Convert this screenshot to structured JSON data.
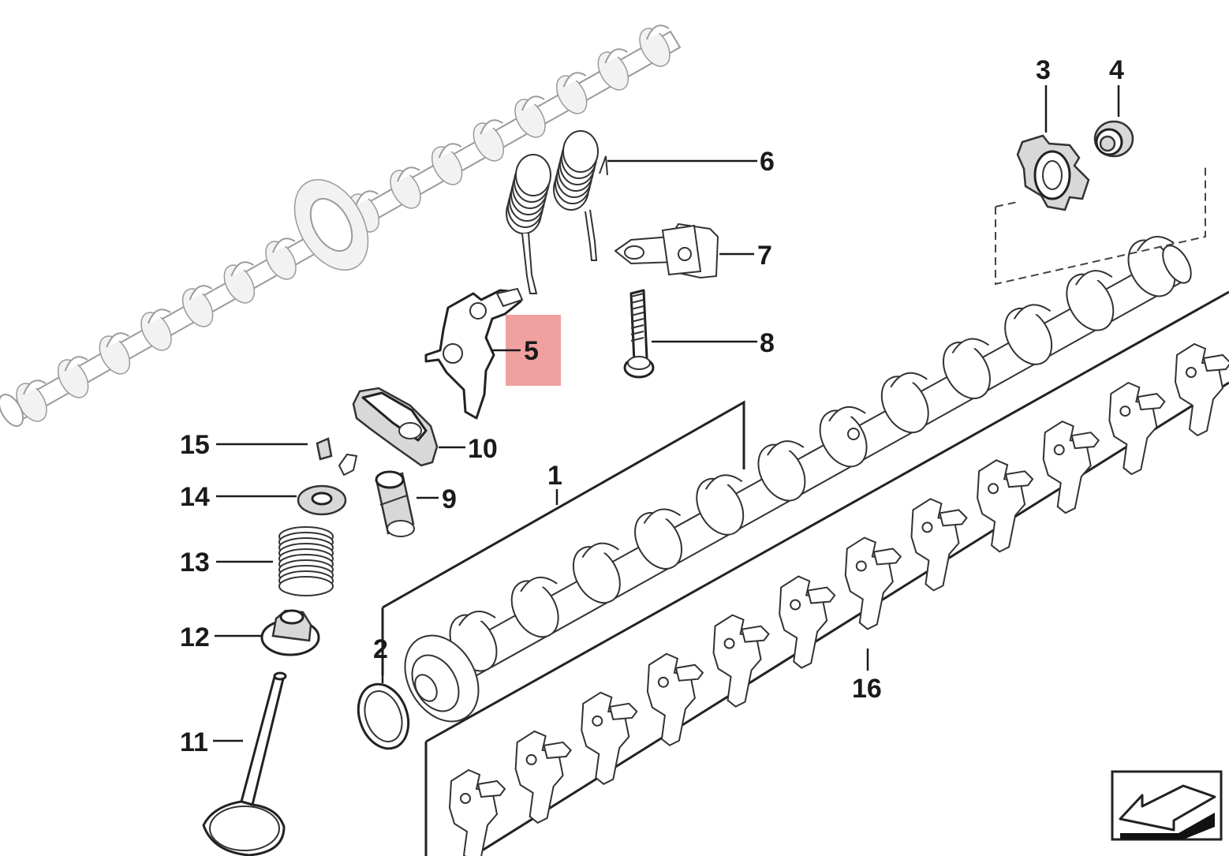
{
  "diagram": {
    "callouts": [
      {
        "id": "c1",
        "label": "1"
      },
      {
        "id": "c2",
        "label": "2"
      },
      {
        "id": "c3",
        "label": "3"
      },
      {
        "id": "c4",
        "label": "4"
      },
      {
        "id": "c5",
        "label": "5",
        "highlighted": true,
        "highlight_color": "#ee8f8f"
      },
      {
        "id": "c6",
        "label": "6"
      },
      {
        "id": "c7",
        "label": "7"
      },
      {
        "id": "c8",
        "label": "8"
      },
      {
        "id": "c9",
        "label": "9"
      },
      {
        "id": "c10",
        "label": "10"
      },
      {
        "id": "c11",
        "label": "11"
      },
      {
        "id": "c12",
        "label": "12"
      },
      {
        "id": "c13",
        "label": "13"
      },
      {
        "id": "c14",
        "label": "14"
      },
      {
        "id": "c15",
        "label": "15"
      },
      {
        "id": "c16",
        "label": "16"
      }
    ],
    "icons": [
      "camshaft-ghost-icon",
      "camshaft-icon",
      "rocker-arm-icon",
      "torsion-spring-icon",
      "bracket-icon",
      "bolt-icon",
      "lock-washer-icon",
      "plug-icon",
      "roller-finger-icon",
      "lash-adjuster-icon",
      "valve-icon",
      "valve-stem-seal-icon",
      "valve-spring-icon",
      "spring-retainer-icon",
      "valve-keeper-icon",
      "o-ring-icon",
      "rocker-arm-set-icon",
      "direction-arrow-icon"
    ],
    "colors": {
      "line": "#1a1a1a",
      "highlight": "#ee8f8f",
      "background": "#ffffff"
    }
  }
}
